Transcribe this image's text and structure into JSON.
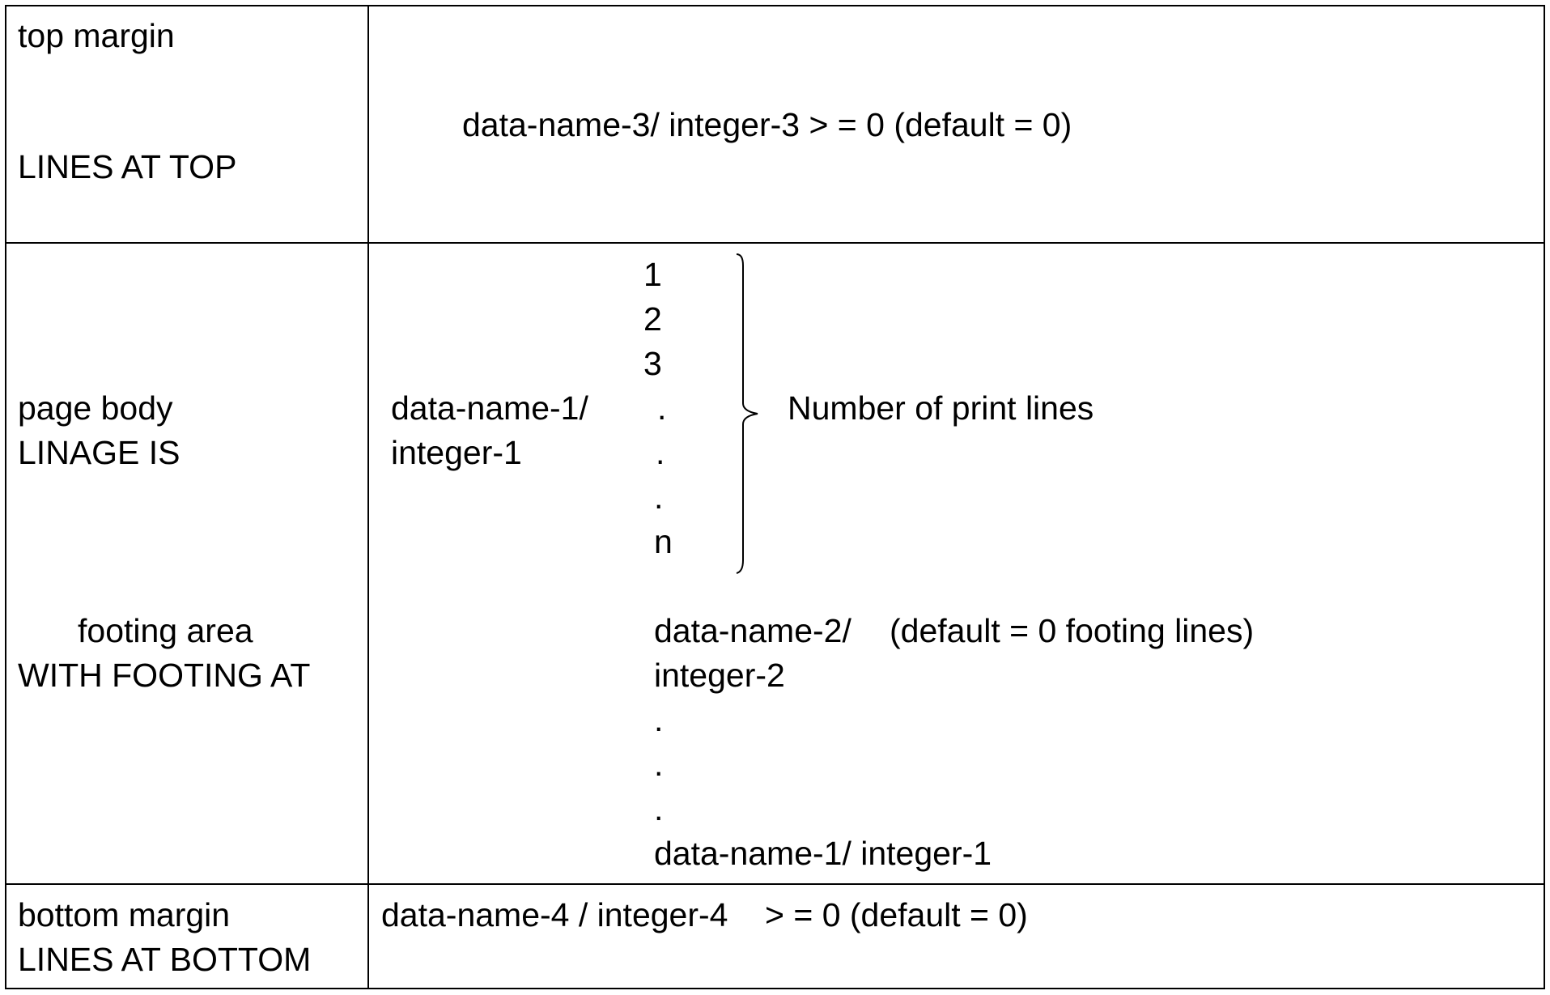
{
  "rows": {
    "top_margin": {
      "label": "top margin",
      "clause": "LINES AT TOP",
      "spec": "data-name-3/ integer-3  > = 0 (default = 0)"
    },
    "page_body": {
      "label": "page body",
      "clause": "LINAGE IS",
      "operand_line1": "data-name-1/",
      "operand_line2": "integer-1",
      "line_numbers": [
        "1",
        "2",
        "3",
        ".",
        ".",
        ".",
        "n"
      ],
      "brace_note": "Number of print lines"
    },
    "footing_area": {
      "label": "footing area",
      "clause": "WITH FOOTING AT",
      "operand_line1": "data-name-2/",
      "default_note": "(default = 0 footing lines)",
      "operand_line2": "integer-2",
      "dots": [
        ".",
        ".",
        "."
      ],
      "end_line": "data-name-1/ integer-1"
    },
    "bottom_margin": {
      "label": "bottom margin",
      "clause": "LINES AT BOTTOM",
      "spec": "data-name-4 / integer-4    > = 0 (default = 0)"
    }
  },
  "colors": {
    "line": "#000000",
    "text": "#000000",
    "background": "#ffffff"
  }
}
